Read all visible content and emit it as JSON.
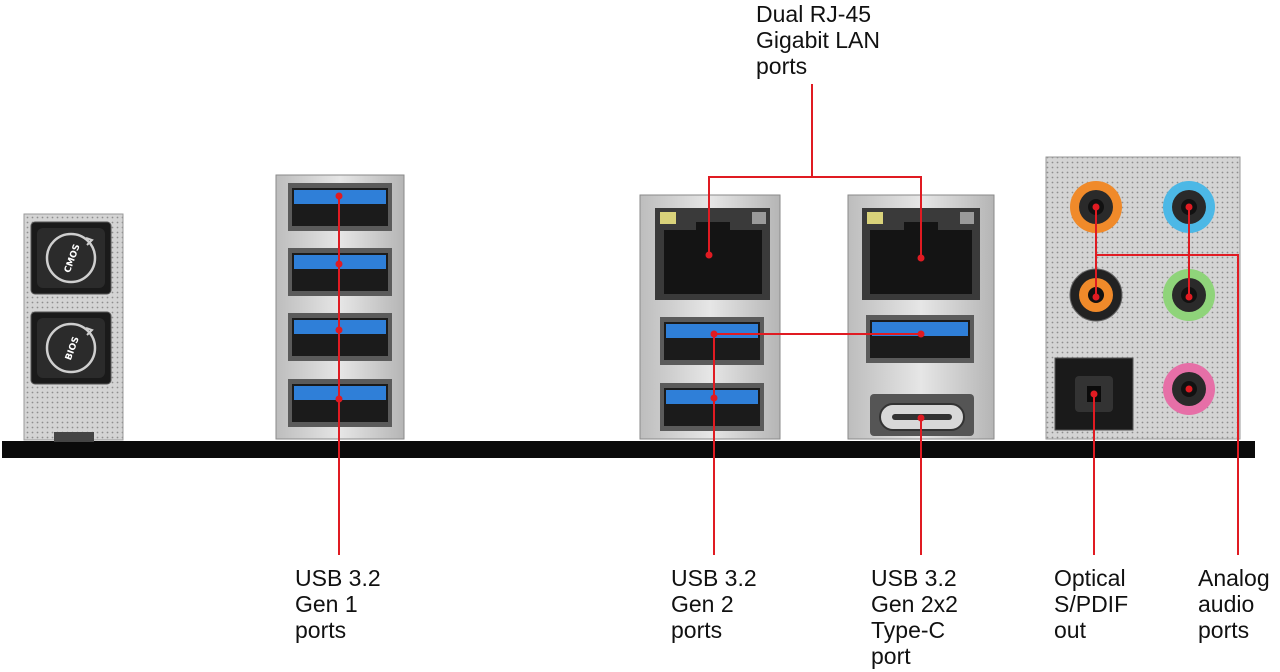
{
  "labels": {
    "lan": "Dual RJ-45\nGigabit LAN\nports",
    "usb_gen1": "USB 3.2\nGen 1\nports",
    "usb_gen2": "USB 3.2\nGen 2\nports",
    "usb_typec": "USB 3.2\nGen 2x2\nType-C\nport",
    "spdif": "Optical\nS/PDIF\nout",
    "audio": "Analog\naudio\nports"
  },
  "buttons": {
    "cmos": "CMOS",
    "bios": "BIOS"
  },
  "colors": {
    "leader_line": "#e01b22",
    "usb_blue": "#2f7fd8",
    "panel_black": "#0a0a0a",
    "bracket_silver": "#c9c9c9",
    "audio_orange": "#f08a2a",
    "audio_blue": "#4cb8e6",
    "audio_black": "#222222",
    "audio_green": "#8fd47a",
    "audio_pink": "#e66fa7"
  }
}
